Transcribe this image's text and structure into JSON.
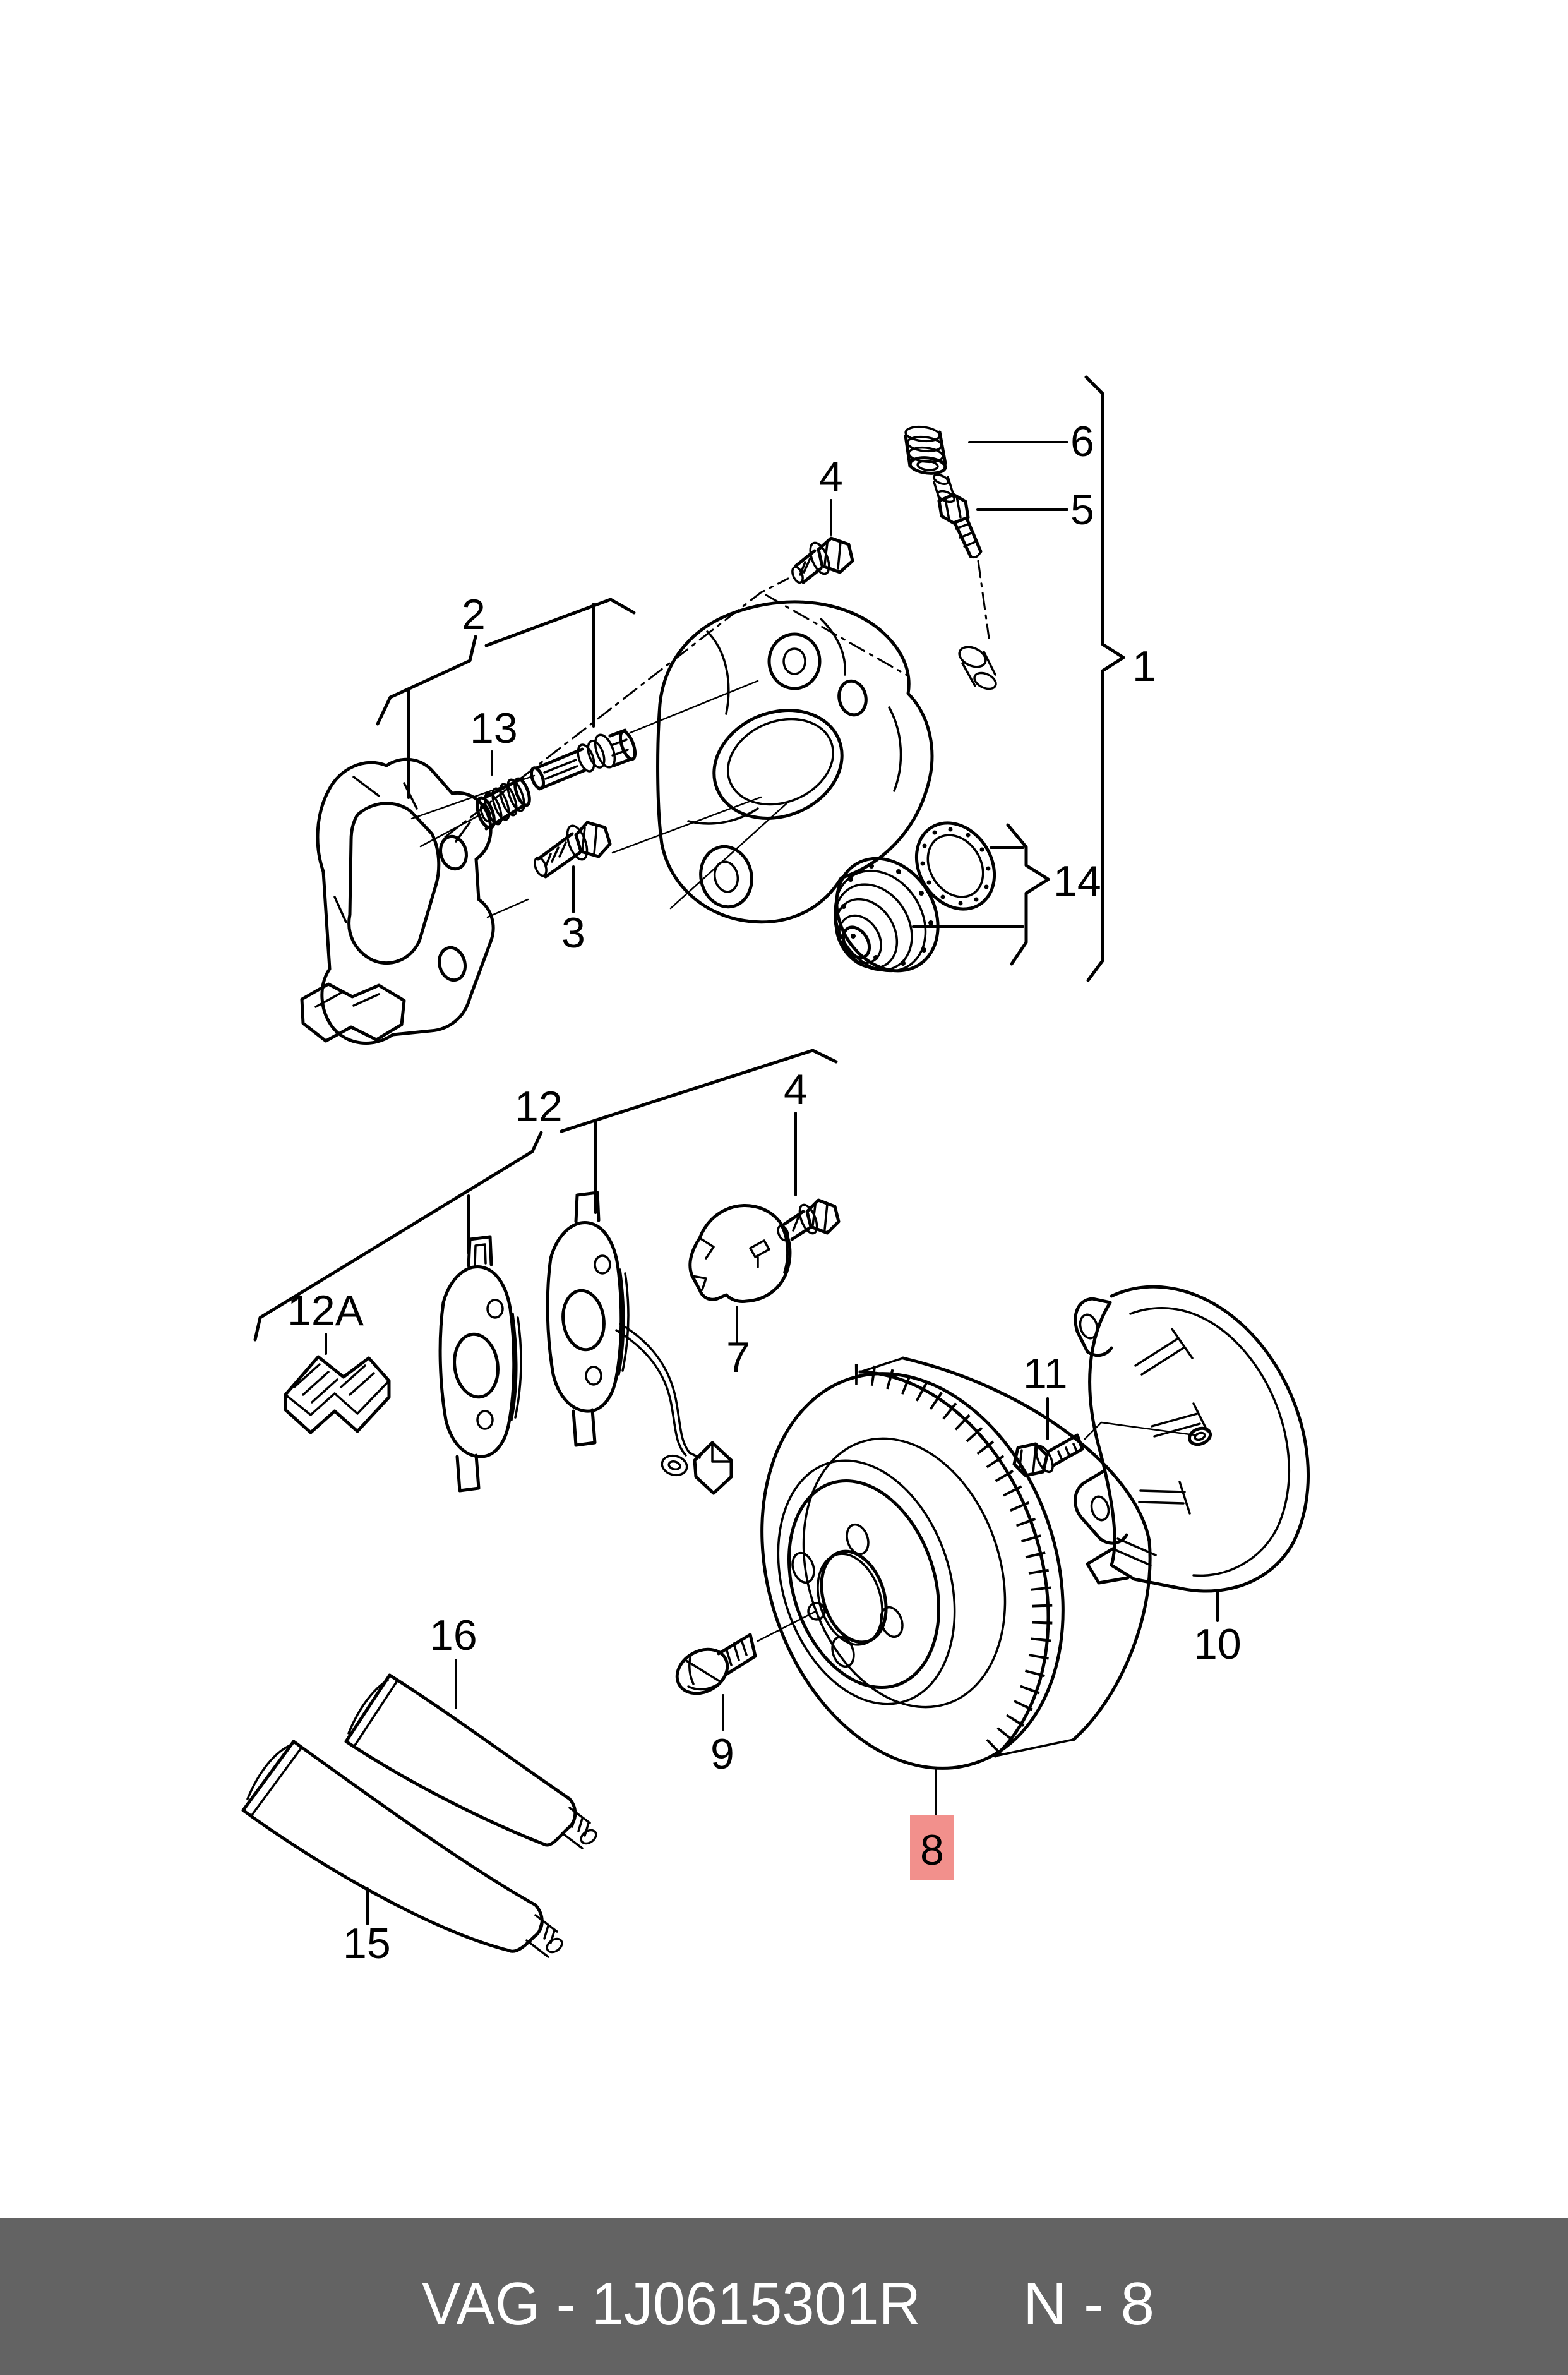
{
  "callouts": {
    "1": "1",
    "2": "2",
    "3": "3",
    "4": "4",
    "5": "5",
    "6": "6",
    "7": "7",
    "8": "8",
    "9": "9",
    "10": "10",
    "11": "11",
    "12": "12",
    "12A": "12A",
    "13": "13",
    "14": "14",
    "15": "15",
    "16": "16"
  },
  "highlight": {
    "part": "8",
    "box_color": "#f2908c",
    "text_color": "#8c1d18"
  },
  "footer": {
    "left": "VAG - 1J0615301R",
    "right": "N - 8",
    "bg_color": "#636363",
    "text_color": "#ffffff"
  }
}
